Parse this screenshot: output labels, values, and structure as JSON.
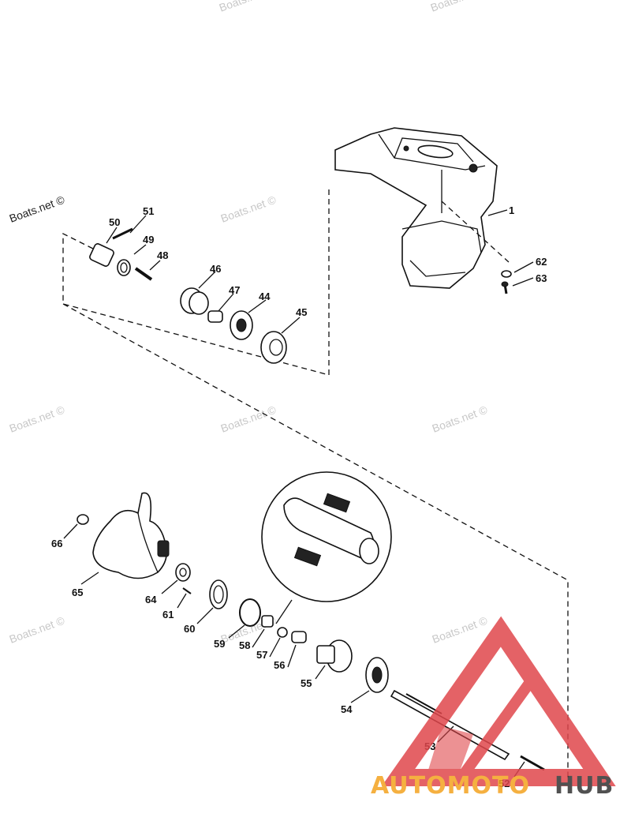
{
  "watermark": {
    "text": "Boats.net ©"
  },
  "parts": [
    {
      "number": "1"
    },
    {
      "number": "44"
    },
    {
      "number": "45"
    },
    {
      "number": "46"
    },
    {
      "number": "47"
    },
    {
      "number": "48"
    },
    {
      "number": "49"
    },
    {
      "number": "50"
    },
    {
      "number": "51"
    },
    {
      "number": "52"
    },
    {
      "number": "53"
    },
    {
      "number": "54"
    },
    {
      "number": "55"
    },
    {
      "number": "56"
    },
    {
      "number": "57"
    },
    {
      "number": "58"
    },
    {
      "number": "59"
    },
    {
      "number": "60"
    },
    {
      "number": "61"
    },
    {
      "number": "62"
    },
    {
      "number": "63"
    },
    {
      "number": "64"
    },
    {
      "number": "65"
    },
    {
      "number": "66"
    }
  ],
  "logo": {
    "part1": "AUTOMOTO",
    "part2": "HUB",
    "colors": {
      "red": "#e0474c",
      "orange": "#f4a31f",
      "dark": "#333333"
    }
  }
}
